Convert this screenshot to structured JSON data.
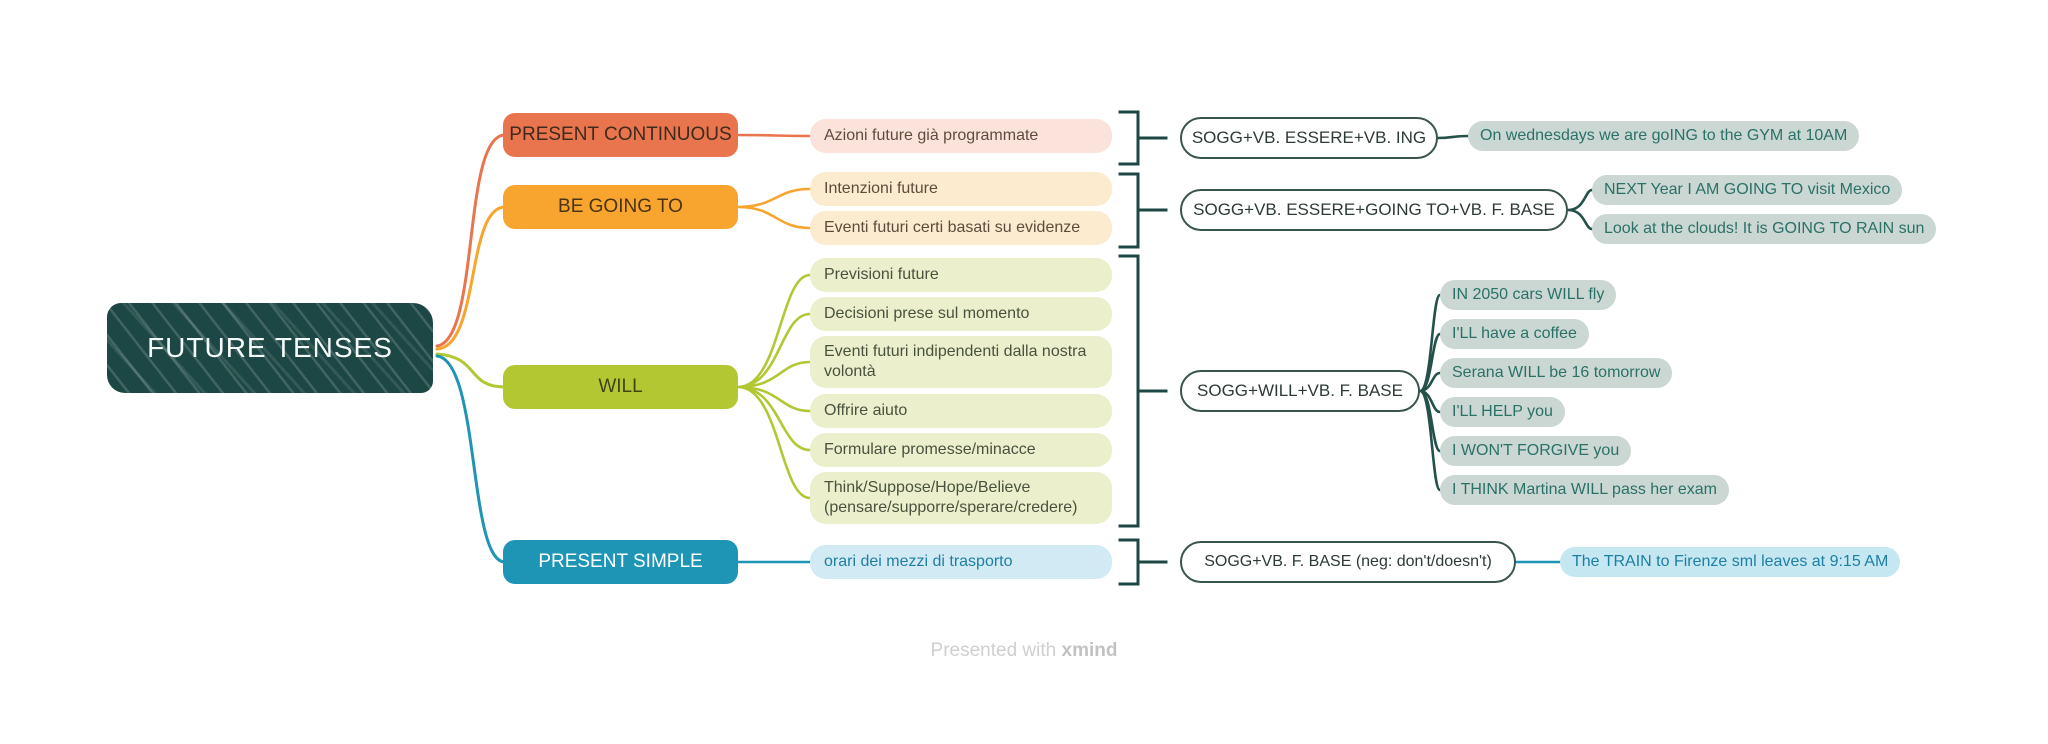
{
  "root": {
    "label": "FUTURE TENSES"
  },
  "branches": [
    {
      "label": "PRESENT CONTINUOUS",
      "color": "#e8754d",
      "subtopics": [
        "Azioni future già programmate"
      ],
      "formula": "SOGG+VB. ESSERE+VB. ING",
      "examples": [
        "On wednesdays we are goING to the GYM at 10AM"
      ]
    },
    {
      "label": "BE GOING TO",
      "color": "#f7a52f",
      "subtopics": [
        "Intenzioni future",
        "Eventi futuri certi basati su evidenze"
      ],
      "formula": "SOGG+VB. ESSERE+GOING TO+VB. F. BASE",
      "examples": [
        "NEXT Year I AM GOING TO visit Mexico",
        "Look at the clouds! It is GOING TO RAIN sun"
      ]
    },
    {
      "label": "WILL",
      "color": "#b3c733",
      "subtopics": [
        "Previsioni future",
        "Decisioni prese sul momento",
        "Eventi futuri indipendenti dalla nostra volontà",
        "Offrire aiuto",
        "Formulare promesse/minacce",
        "Think/Suppose/Hope/Believe (pensare/supporre/sperare/credere)"
      ],
      "formula": "SOGG+WILL+VB. F. BASE",
      "examples": [
        "IN 2050 cars WILL fly",
        "I'LL have a coffee",
        "Serana WILL be 16 tomorrow",
        "I'LL HELP you",
        "I WON'T FORGIVE you",
        "I THINK Martina WILL pass her exam"
      ]
    },
    {
      "label": "PRESENT SIMPLE",
      "color": "#1e95b5",
      "subtopics": [
        "orari dei mezzi di trasporto"
      ],
      "formula": "SOGG+VB. F. BASE (neg: don't/doesn't)",
      "examples": [
        "The TRAIN to Firenze sml leaves at 9:15 AM"
      ]
    }
  ],
  "footer": {
    "prefix": "Presented with",
    "brand": "xmind"
  },
  "colors": {
    "root_bg": "#1d4744",
    "bracket": "#1d4744",
    "formula_border": "#3a544e",
    "example_bg": "#cbd7d2",
    "example_text": "#2a7168",
    "example_blue_bg": "#c4e7f2",
    "example_blue_text": "#1e7fa3"
  }
}
